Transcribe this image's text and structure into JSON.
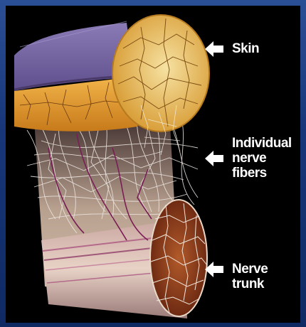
{
  "labels": {
    "skin": "Skin",
    "nerve_fibers": "Individual\nnerve fibers",
    "nerve_trunk": "Nerve trunk"
  },
  "icons": [
    "arrow-left-icon",
    "arrow-left-icon",
    "arrow-left-icon"
  ],
  "colors": {
    "background": "#1a3a78",
    "panel": "#000000",
    "label_text": "#ffffff",
    "epidermis": "#7d6aa8",
    "dermis": "#e8a43a",
    "fibers": "#e8e2dc",
    "nerve_trunk": "#8a3a1e"
  }
}
